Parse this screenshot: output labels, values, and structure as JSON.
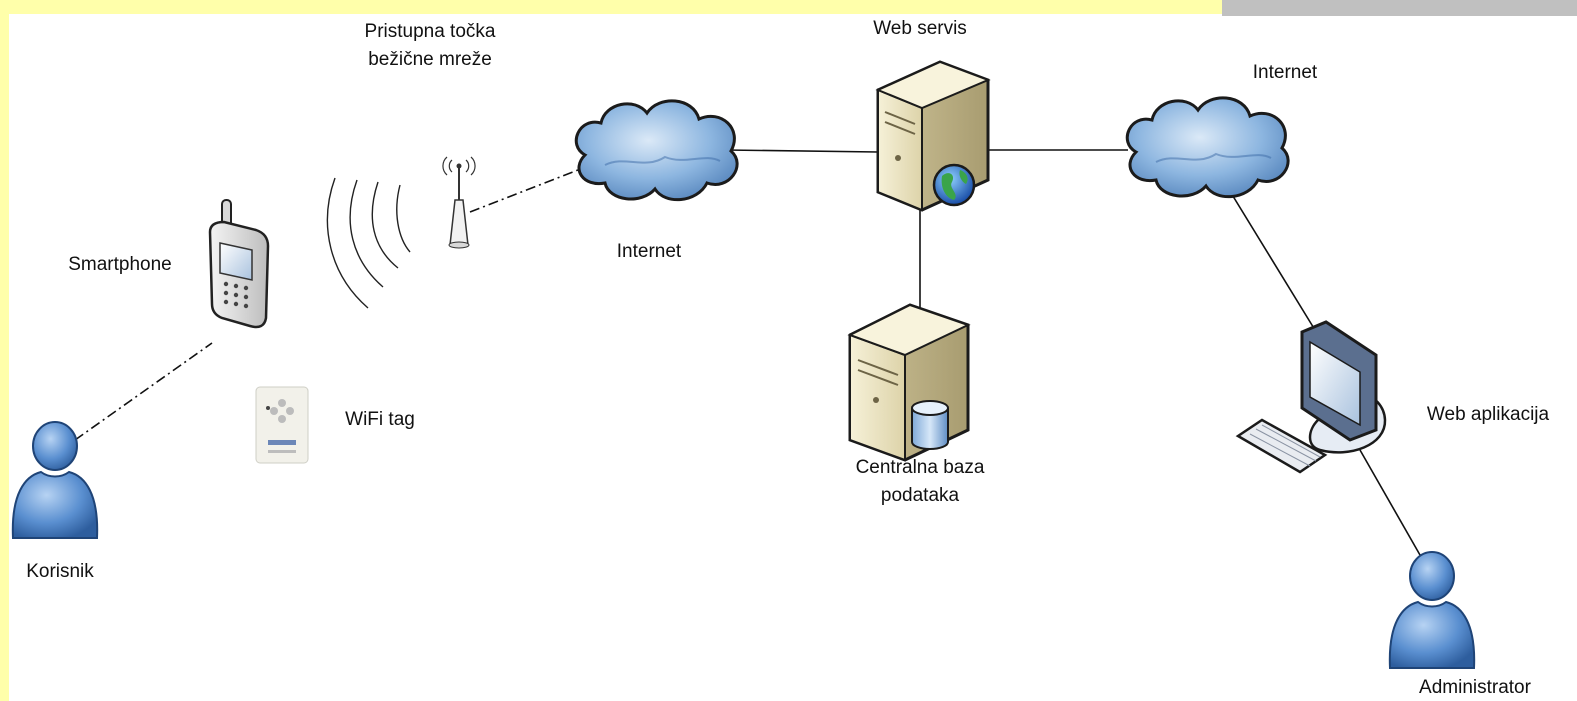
{
  "labels": {
    "access_point_line1": "Pristupna točka",
    "access_point_line2": "bežične mreže",
    "web_service": "Web servis",
    "internet_left": "Internet",
    "internet_right": "Internet",
    "smartphone": "Smartphone",
    "wifi_tag": "WiFi tag",
    "user": "Korisnik",
    "database_line1": "Centralna baza",
    "database_line2": "podataka",
    "web_app": "Web aplikacija",
    "admin": "Administrator"
  },
  "colors": {
    "frame_border": "#ffffaa",
    "corner_bar": "#c0c0c0",
    "cloud_fill": "#6f9fd0",
    "person_fill": "#5a8fd0",
    "server_fill": "#f1ebcf"
  },
  "icons": [
    "cloud-icon",
    "server-icon",
    "globe-icon",
    "database-icon",
    "person-icon",
    "smartphone-icon",
    "antenna-icon",
    "wifi-tag-icon",
    "monitor-icon",
    "keyboard-icon"
  ]
}
